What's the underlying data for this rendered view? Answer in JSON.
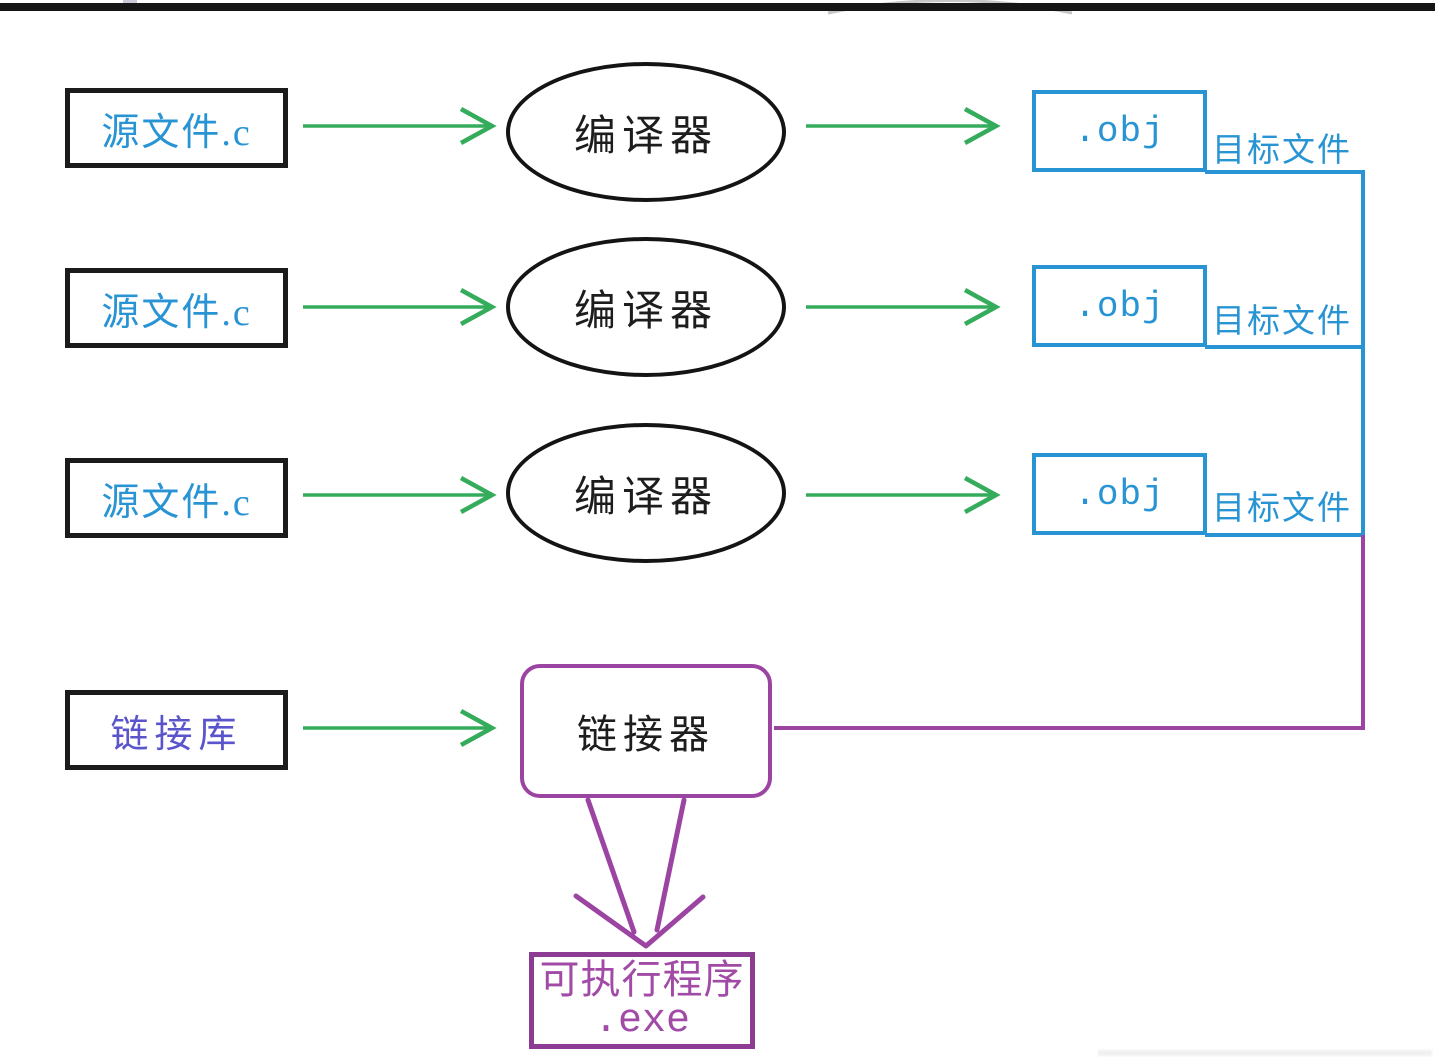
{
  "colors": {
    "blue": "#2994d4",
    "green": "#35ac5b",
    "purple": "#9c44a2",
    "violet_text": "#5b55cb",
    "black": "#1b1b1b"
  },
  "rows": [
    {
      "source_label": "源文件.c",
      "compiler_label": "编译器",
      "object_label": ".obj",
      "object_tag": "目标文件"
    },
    {
      "source_label": "源文件.c",
      "compiler_label": "编译器",
      "object_label": ".obj",
      "object_tag": "目标文件"
    },
    {
      "source_label": "源文件.c",
      "compiler_label": "编译器",
      "object_label": ".obj",
      "object_tag": "目标文件"
    }
  ],
  "linker_row": {
    "library_label": "链接库",
    "linker_label": "链接器"
  },
  "output": {
    "line1": "可执行程序",
    "line2": ".exe"
  }
}
